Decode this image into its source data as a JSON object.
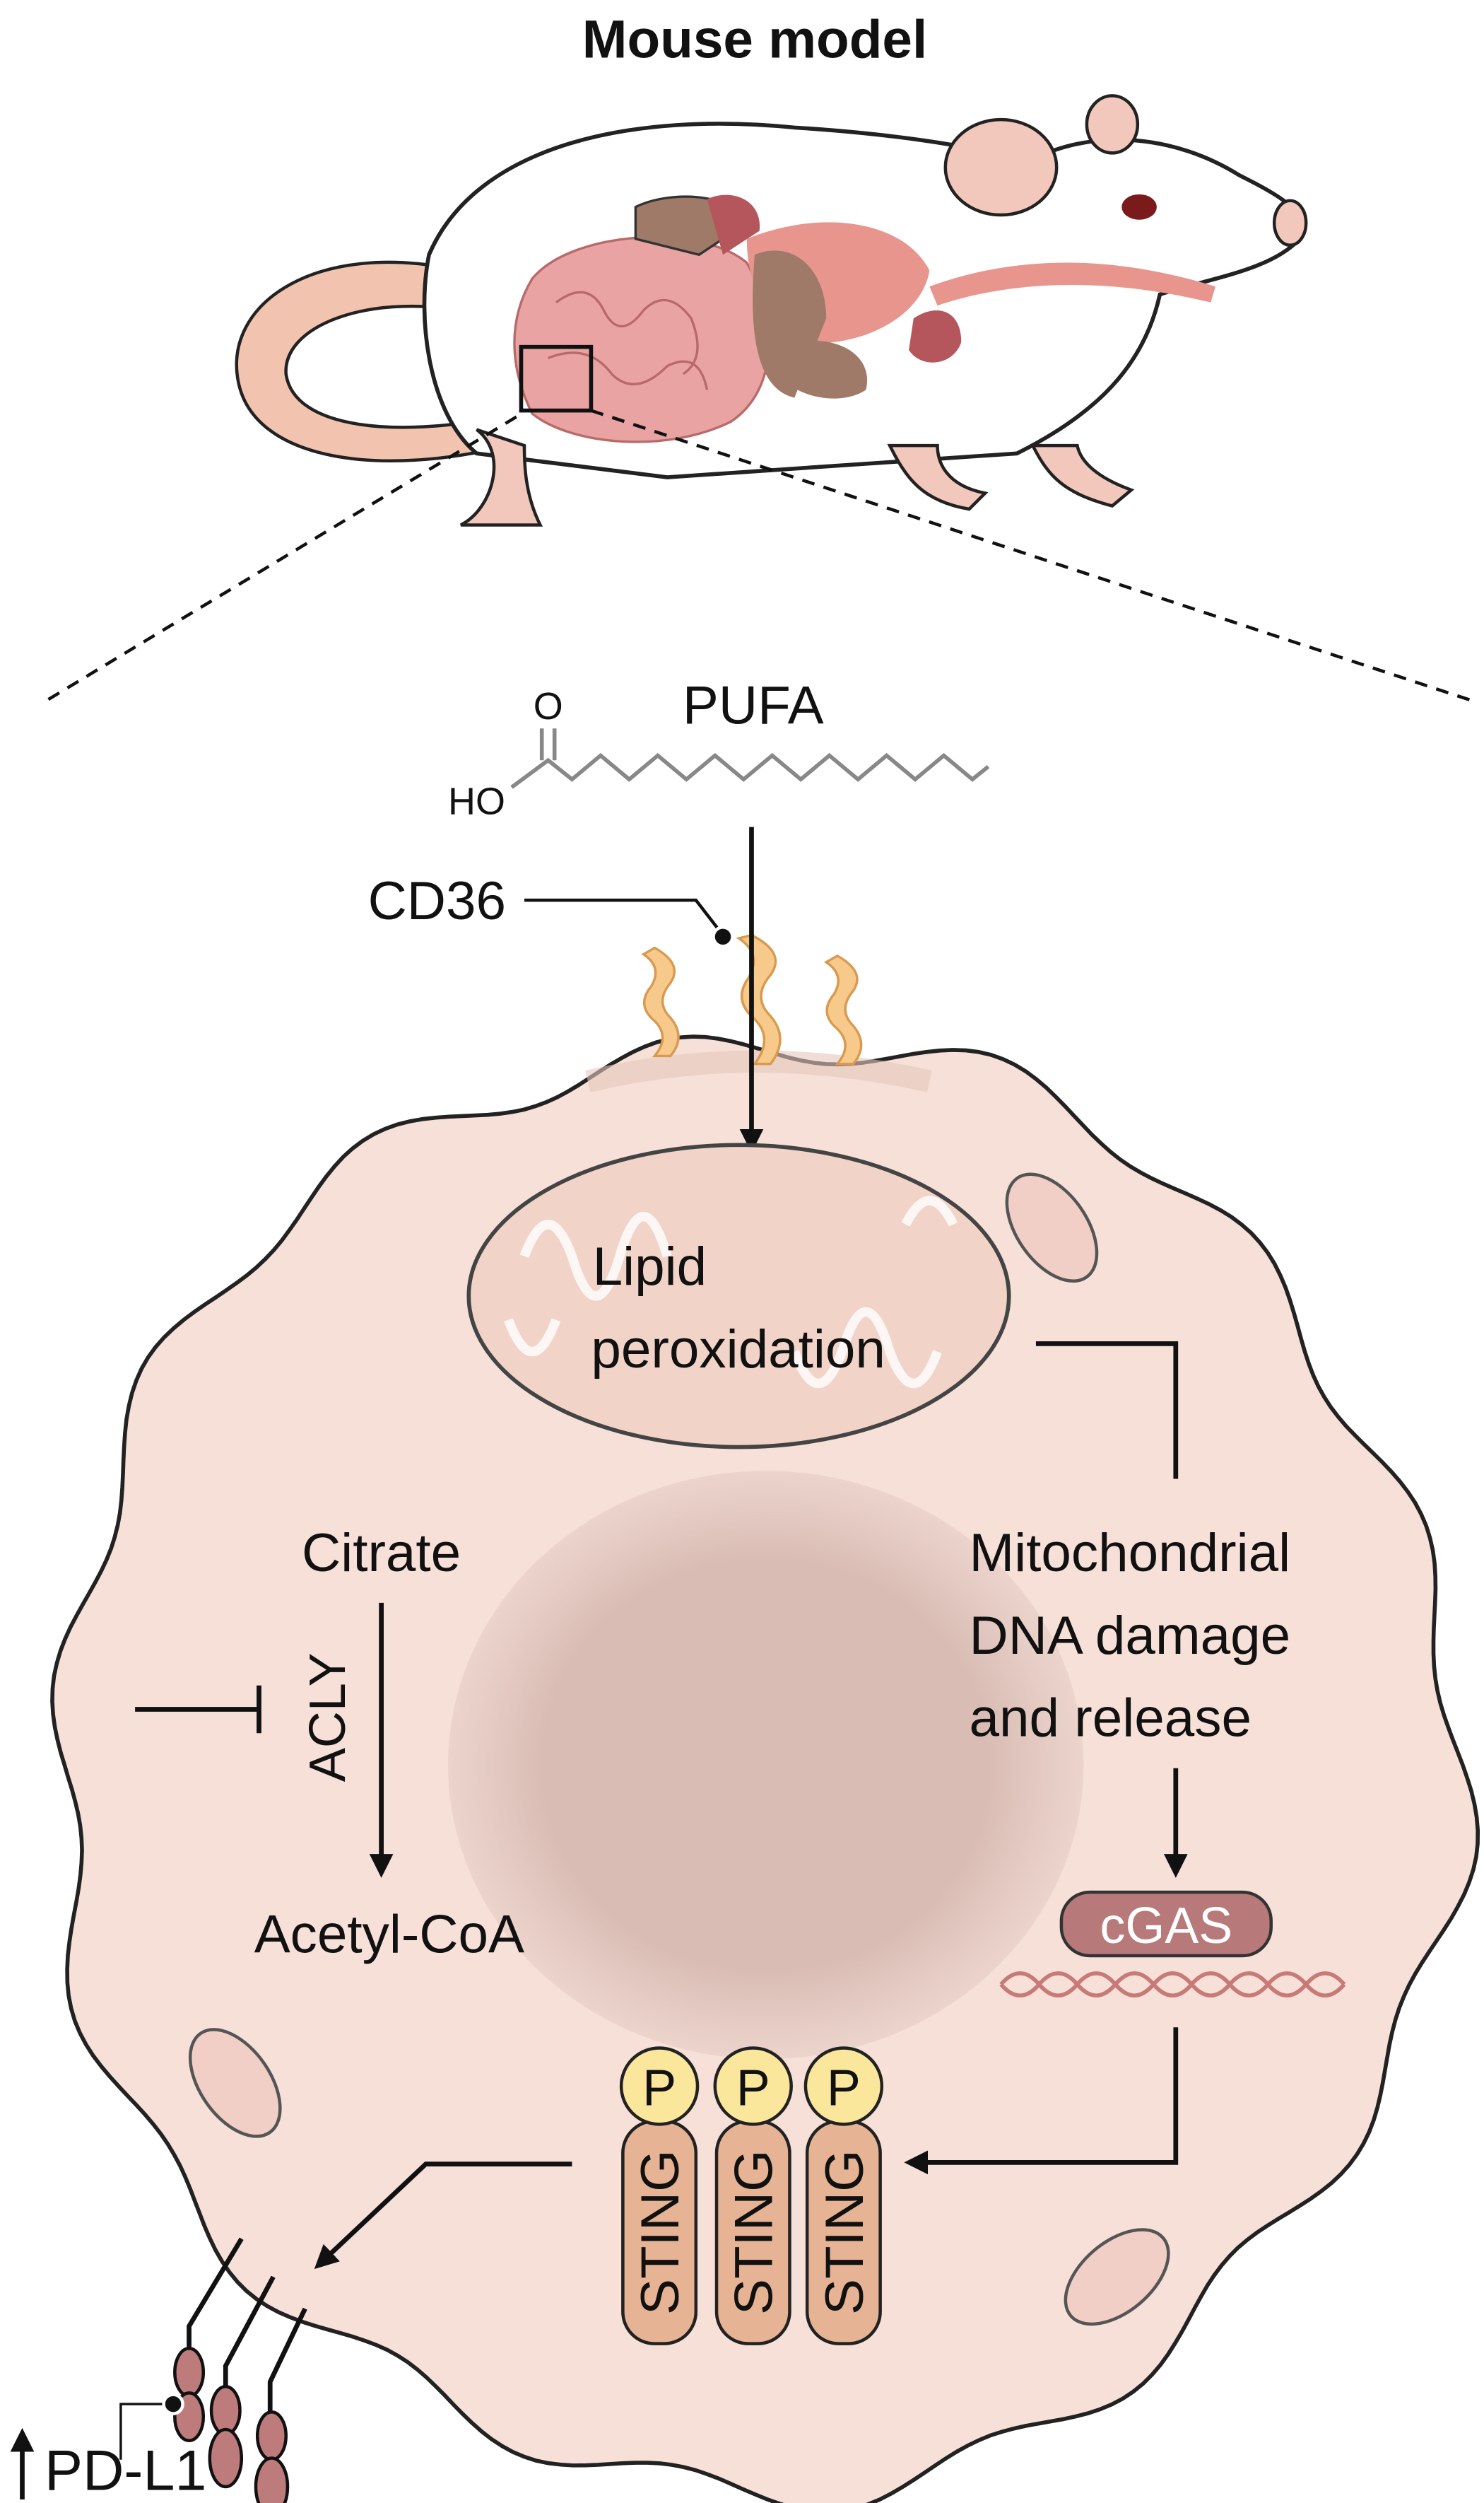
{
  "title": "Mouse model",
  "molecule": {
    "name": "PUFA",
    "oxygen": "O",
    "hydroxyl": "HO"
  },
  "receptor_label": "CD36",
  "mitochondrion_text": [
    "Lipid",
    "peroxidation"
  ],
  "mtdna_text": [
    "Mitochondrial",
    "DNA damage",
    "and release"
  ],
  "cgas_label": "cGAS",
  "sting": {
    "label": "STING",
    "phospho": "P",
    "count": 3
  },
  "citrate_pathway": {
    "citrate": "Citrate",
    "enzyme": "ACLY",
    "product": "Acetyl-CoA"
  },
  "pdl1_label": "PD-L1",
  "colors": {
    "cell": "#f6e0d8",
    "nucleus": "#dcc2bb",
    "mitochondrion": "#f1d3c8",
    "cgas": "#b8797a",
    "sting": "#e6b394",
    "phospho": "#fbe79c",
    "pdl1": "#bd7b7b",
    "cd36": "#f7c98a"
  }
}
